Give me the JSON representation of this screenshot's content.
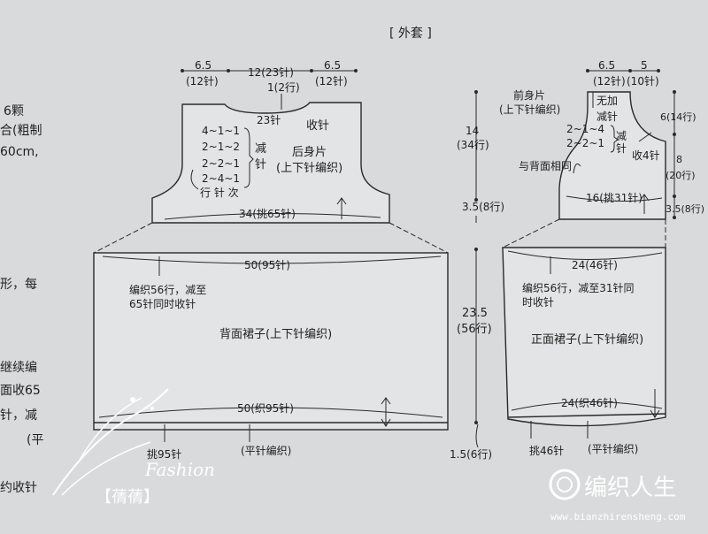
{
  "title": "[ 外套 ]",
  "left_text": [
    "6颗",
    "合(粗制",
    "60cm,",
    "形，每",
    "继续编",
    "面收65",
    "针，减",
    "(平",
    "约收针"
  ],
  "back": {
    "top_left_w": "6.5",
    "top_left_st": "(12针)",
    "top_mid_w": "12(23针)",
    "top_mid_rows": "1(2行)",
    "top_right_w": "6.5",
    "top_right_st": "(12针)",
    "neck_st": "23针",
    "neck_bind": "收针",
    "dec_rows": [
      "4~1~1",
      "2~1~2",
      "2~2~1",
      "2~4~1"
    ],
    "dec_label_1": "减",
    "dec_label_2": "针",
    "dec_footer": "行 针 次",
    "name_1": "后身片",
    "name_2": "(上下针编织)",
    "base": "34(挑65针)"
  },
  "center_dims": {
    "d14": "14",
    "d14r": "(34行)",
    "d35": "3.5(8行)",
    "d235": "23.5",
    "d235r": "(56行)",
    "d15": "1.5(6行)"
  },
  "back_skirt": {
    "top": "50(95针)",
    "note_1": "编织56行，减至",
    "note_2": "65针同时收针",
    "name": "背面裙子(上下针编织)",
    "bottom": "50(织95针)",
    "pick": "挑95针",
    "plain": "(平针编织)"
  },
  "front": {
    "top_w": "6.5",
    "top_st": "(12针)",
    "top_w2": "5",
    "top_st2": "(10针)",
    "name_1": "前身片",
    "name_2": "(上下针编织)",
    "no_inc": "无加",
    "dec_st": "减针",
    "dec_rows": [
      "2~1~4",
      "2~2~1"
    ],
    "dec_label_1": "减",
    "dec_label_2": "针",
    "same": "与背面相同",
    "bind4": "收4针",
    "r_dim1": "6(14行)",
    "r_dim2": "8",
    "r_dim2r": "(20行)",
    "r_dim3": "3.5(8行)",
    "base": "16(挑31针)"
  },
  "front_skirt": {
    "top": "24(46针)",
    "note_1": "编织56行，减至31针同",
    "note_2": "时收针",
    "name": "正面裙子(上下针编织)",
    "bottom": "24(织46针)",
    "pick": "挑46针",
    "plain": "(平针编织)"
  },
  "watermark": {
    "fashion": "Fashion",
    "brand": "【蒨蒨】",
    "logo": "编织人生",
    "url": "www.bianzhirensheng.com"
  },
  "colors": {
    "paper": "#d9dadb",
    "ink": "#1f1f1f"
  }
}
